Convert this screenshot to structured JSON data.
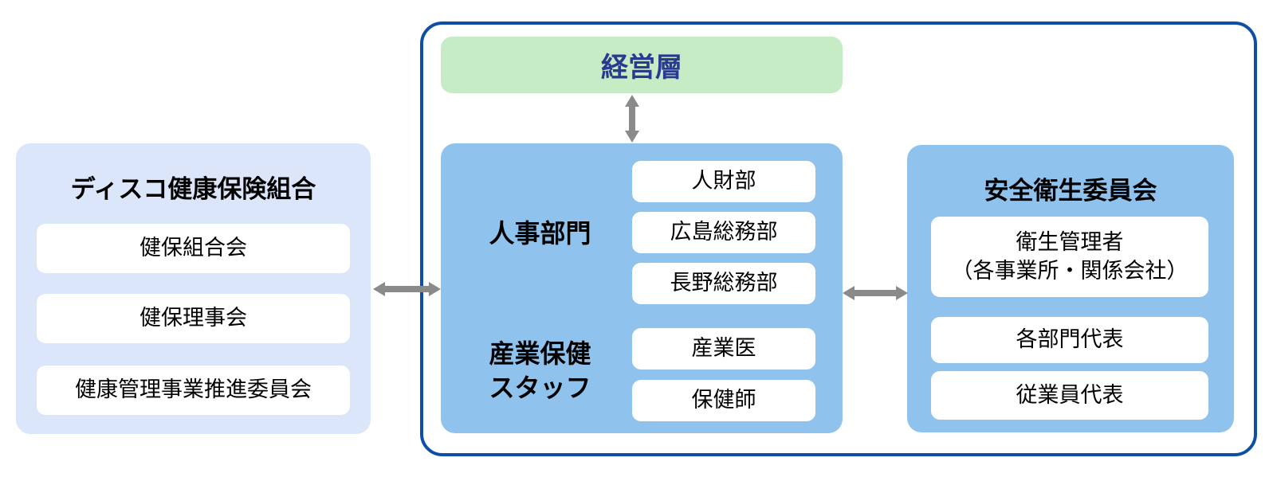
{
  "colors": {
    "outer_border": "#0d4fa5",
    "management_bg": "#c5ecc4",
    "management_text": "#2b3990",
    "panel_blue": "#8fc3ed",
    "panel_light_blue": "#dbe6fa",
    "pill_bg": "#ffffff",
    "arrow": "#8a8a8a",
    "text": "#000000"
  },
  "left_panel": {
    "title": "ディスコ健康保険組合",
    "items": [
      "健保組合会",
      "健保理事会",
      "健康管理事業推進委員会"
    ]
  },
  "management_box": {
    "label": "経営層"
  },
  "center_panel": {
    "groups": [
      {
        "label": "人事部門",
        "items": [
          "人財部",
          "広島総務部",
          "長野総務部"
        ]
      },
      {
        "label": "産業保健\nスタッフ",
        "items": [
          "産業医",
          "保健師"
        ]
      }
    ]
  },
  "right_panel": {
    "title": "安全衛生委員会",
    "items": [
      "衛生管理者\n（各事業所・関係会社）",
      "各部門代表",
      "従業員代表"
    ]
  }
}
